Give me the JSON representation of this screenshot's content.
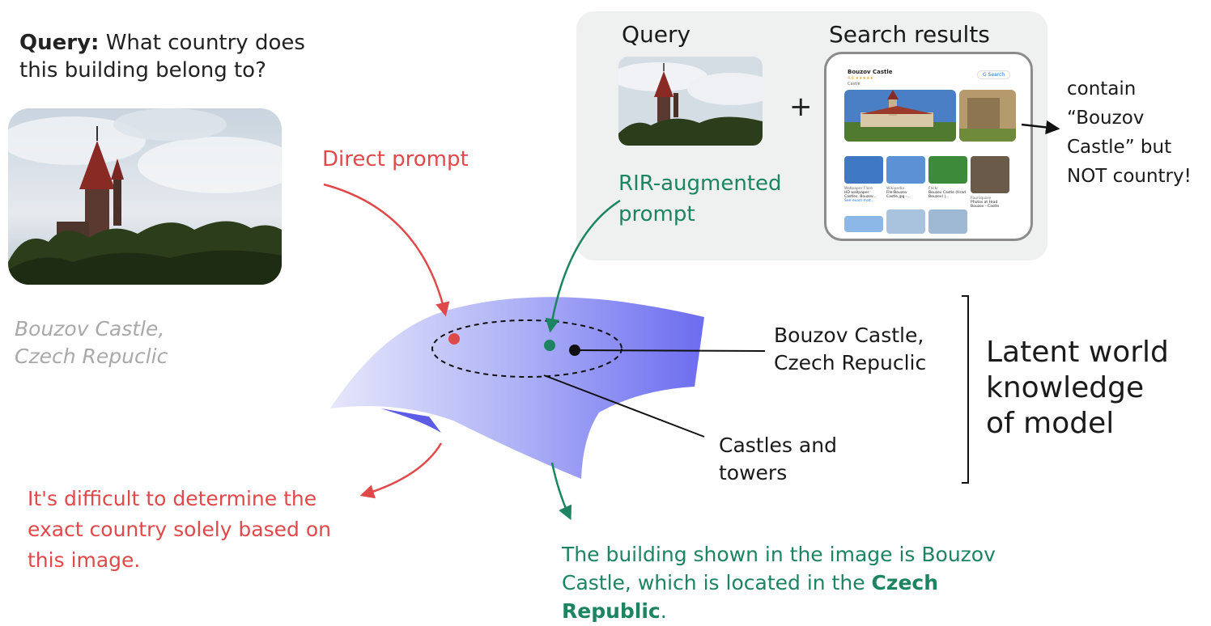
{
  "query": {
    "prefix": "Query:",
    "text": "What country does this  building belong to?"
  },
  "caption": {
    "line1": "Bouzov Castle,",
    "line2": "Czech Repuclic"
  },
  "direct_prompt": "Direct prompt",
  "panel": {
    "query_title": "Query",
    "plus": "+",
    "results_title": "Search results",
    "rir_line1": "RIR-augmented",
    "rir_line2": "prompt"
  },
  "search_card": {
    "title": "Bouzov Castle",
    "rating": "4.6 ★★★★★",
    "type": "Castle",
    "search_btn": "G  Search",
    "sources": [
      {
        "site": "Wallpaper Flare",
        "desc": "HD wallpaper: Castles, Bouzov..."
      },
      {
        "site": "Wikipedia",
        "desc": "File:Bouzov Castle.jpg -..."
      },
      {
        "site": "Flickr",
        "desc": "Bouzov Castle (Hrad Bouzov) |..."
      },
      {
        "site": "Foursquare",
        "desc": "Photos at Hrad Bouzov - Castle"
      }
    ],
    "see_more": "See exact mat..."
  },
  "contain_note": {
    "line1": "contain",
    "line2": "“Bouzov",
    "line3": "Castle” but",
    "line4": "NOT country!"
  },
  "knowledge_label": {
    "line1": "Bouzov Castle,",
    "line2": "Czech Repuclic"
  },
  "castles_label": {
    "line1": "Castles and",
    "line2": "towers"
  },
  "latent": {
    "line1": "Latent world",
    "line2": "knowledge",
    "line3": "of model"
  },
  "red_output": "It's difficult to determine the exact country solely based on this image.",
  "green_output": {
    "text": "The building shown in the image is Bouzov Castle, which is located in the",
    "country": "Czech Republic",
    "period": "."
  },
  "colors": {
    "red": "#e0494a",
    "green": "#1c8460",
    "surface_dark": "#7272f0",
    "surface_light": "#e2e4fb",
    "panel_bg": "#eef1ef"
  }
}
